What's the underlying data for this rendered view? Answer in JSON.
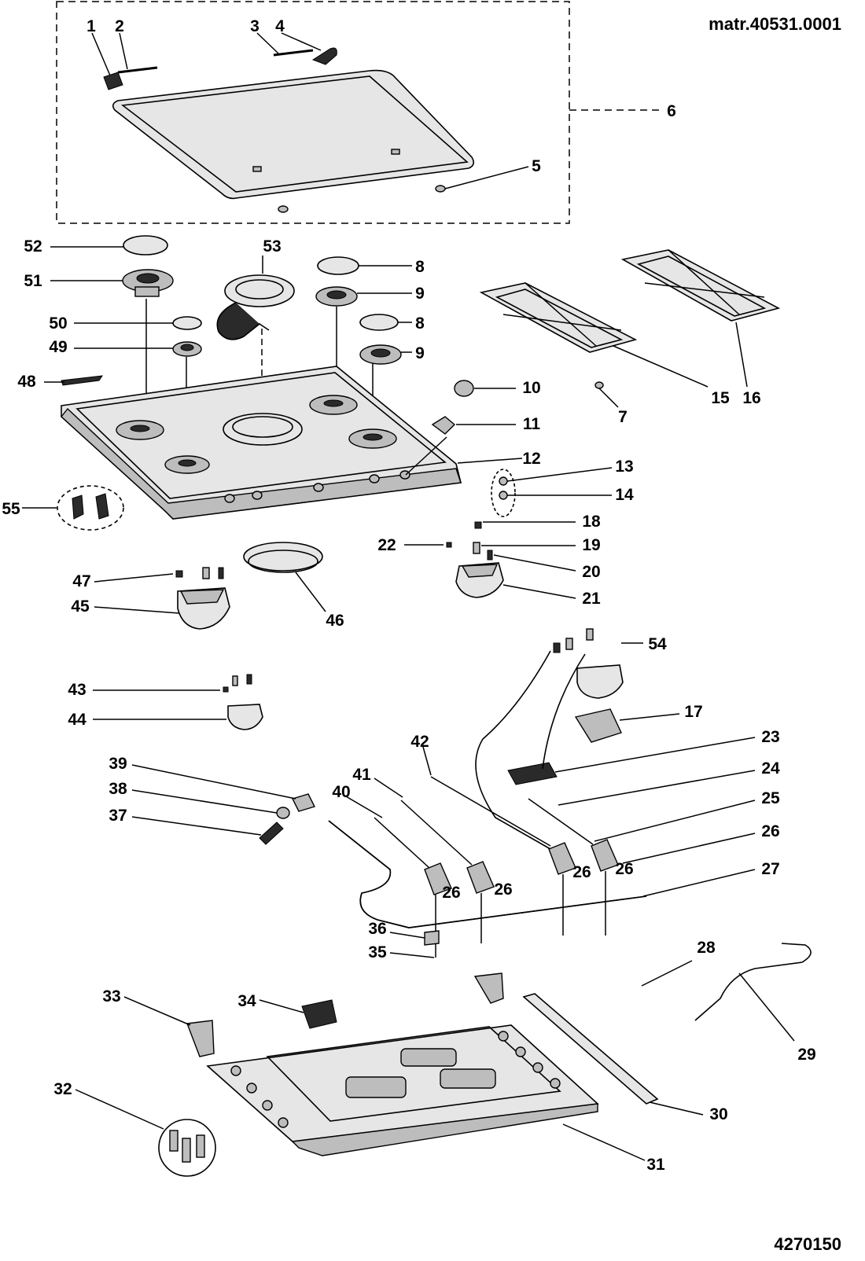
{
  "material_code": "matr.40531.0001",
  "document_code": "4270150",
  "callouts": [
    "1",
    "2",
    "3",
    "4",
    "5",
    "6",
    "7",
    "8",
    "9",
    "10",
    "11",
    "12",
    "13",
    "14",
    "15",
    "16",
    "17",
    "18",
    "19",
    "20",
    "21",
    "22",
    "23",
    "24",
    "25",
    "26",
    "27",
    "28",
    "29",
    "30",
    "31",
    "32",
    "33",
    "34",
    "35",
    "36",
    "37",
    "38",
    "39",
    "40",
    "41",
    "42",
    "43",
    "44",
    "45",
    "46",
    "47",
    "48",
    "49",
    "50",
    "51",
    "52",
    "53",
    "54",
    "55"
  ]
}
